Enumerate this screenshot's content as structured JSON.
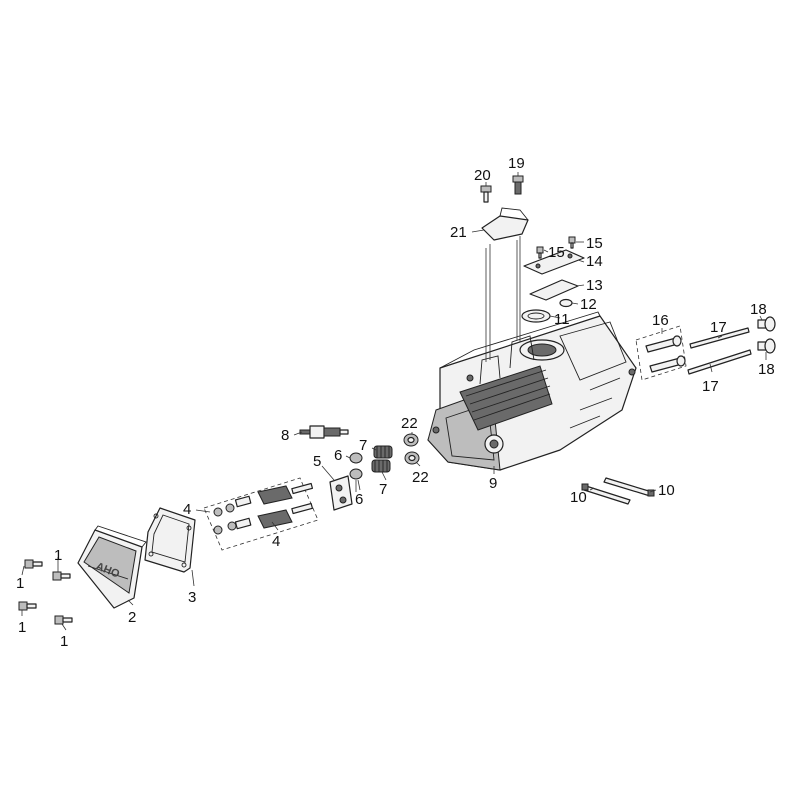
{
  "diagram": {
    "logo_text": "AHO",
    "callouts": [
      {
        "id": "c1a",
        "label": "1"
      },
      {
        "id": "c1b",
        "label": "1"
      },
      {
        "id": "c1c",
        "label": "1"
      },
      {
        "id": "c1d",
        "label": "1"
      },
      {
        "id": "c2",
        "label": "2"
      },
      {
        "id": "c3",
        "label": "3"
      },
      {
        "id": "c4a",
        "label": "4"
      },
      {
        "id": "c4b",
        "label": "4"
      },
      {
        "id": "c5",
        "label": "5"
      },
      {
        "id": "c6a",
        "label": "6"
      },
      {
        "id": "c6b",
        "label": "6"
      },
      {
        "id": "c7a",
        "label": "7"
      },
      {
        "id": "c7b",
        "label": "7"
      },
      {
        "id": "c8",
        "label": "8"
      },
      {
        "id": "c9",
        "label": "9"
      },
      {
        "id": "c10a",
        "label": "10"
      },
      {
        "id": "c10b",
        "label": "10"
      },
      {
        "id": "c11",
        "label": "11"
      },
      {
        "id": "c12",
        "label": "12"
      },
      {
        "id": "c13",
        "label": "13"
      },
      {
        "id": "c14",
        "label": "14"
      },
      {
        "id": "c15a",
        "label": "15"
      },
      {
        "id": "c15b",
        "label": "15"
      },
      {
        "id": "c16",
        "label": "16"
      },
      {
        "id": "c17a",
        "label": "17"
      },
      {
        "id": "c17b",
        "label": "17"
      },
      {
        "id": "c18a",
        "label": "18"
      },
      {
        "id": "c18b",
        "label": "18"
      },
      {
        "id": "c19",
        "label": "19"
      },
      {
        "id": "c20",
        "label": "20"
      },
      {
        "id": "c21",
        "label": "21"
      },
      {
        "id": "c22a",
        "label": "22"
      },
      {
        "id": "c22b",
        "label": "22"
      }
    ]
  }
}
